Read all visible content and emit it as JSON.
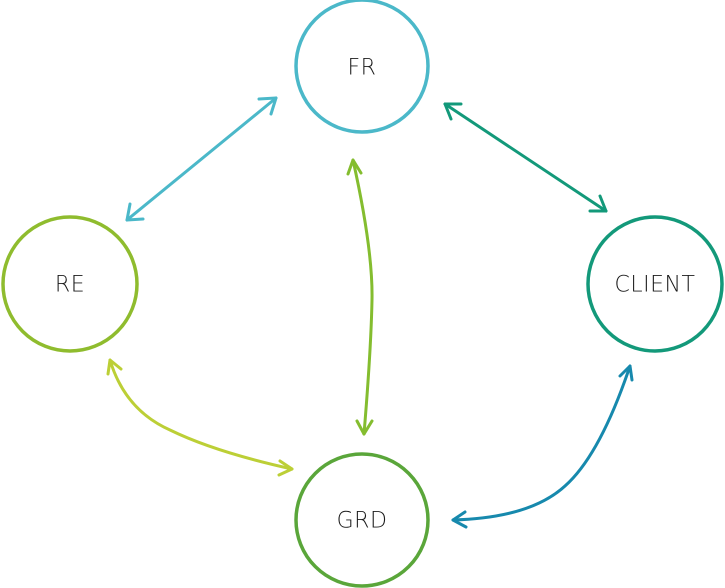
{
  "diagram": {
    "type": "relationship-cycle",
    "nodes": [
      {
        "id": "fr",
        "label": "FR",
        "color": "#4bb8c9"
      },
      {
        "id": "re",
        "label": "RE",
        "color": "#8fbc2e"
      },
      {
        "id": "client",
        "label": "CLIENT",
        "color": "#13997a"
      },
      {
        "id": "grd",
        "label": "GRD",
        "color": "#5aa63a"
      }
    ],
    "edges": [
      {
        "id": "fr-re",
        "from": "FR",
        "to": "RE",
        "direction": "bidirectional",
        "color": "#4bb8c9"
      },
      {
        "id": "fr-client",
        "from": "FR",
        "to": "CLIENT",
        "direction": "bidirectional",
        "color": "#13997a"
      },
      {
        "id": "fr-grd",
        "from": "FR",
        "to": "GRD",
        "direction": "bidirectional",
        "color": "#84bd2f"
      },
      {
        "id": "re-grd",
        "from": "RE",
        "to": "GRD",
        "direction": "bidirectional",
        "color": "#bccf36"
      },
      {
        "id": "grd-client",
        "from": "GRD",
        "to": "CLIENT",
        "direction": "bidirectional",
        "color": "#1789ad"
      }
    ]
  }
}
